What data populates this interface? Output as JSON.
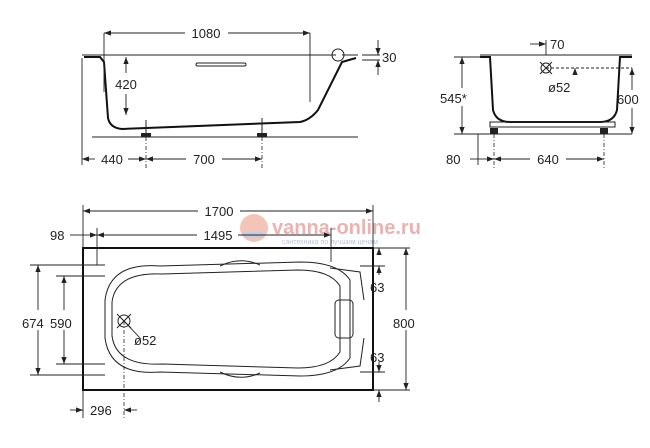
{
  "side_view": {
    "length_top": "1080",
    "depth": "420",
    "rim": "30",
    "leg_offset": "440",
    "leg_spacing": "700"
  },
  "end_view": {
    "overflow_offset": "70",
    "overflow_dia": "ø52",
    "height_star": "545*",
    "height": "600",
    "foot_offset": "80",
    "foot_spacing": "640"
  },
  "plan_view": {
    "length": "1700",
    "inner_offset": "98",
    "inner_length": "1495",
    "width_outer": "674",
    "width_inner": "590",
    "drain_dia": "ø52",
    "rim_top": "63",
    "rim_bottom": "63",
    "width": "800",
    "drain_offset": "296"
  },
  "watermark": {
    "text": "vanna-online.ru",
    "tagline": "сантехника по лучшим ценам"
  },
  "colors": {
    "line": "#222222",
    "watermark": "#e8a0a0"
  }
}
